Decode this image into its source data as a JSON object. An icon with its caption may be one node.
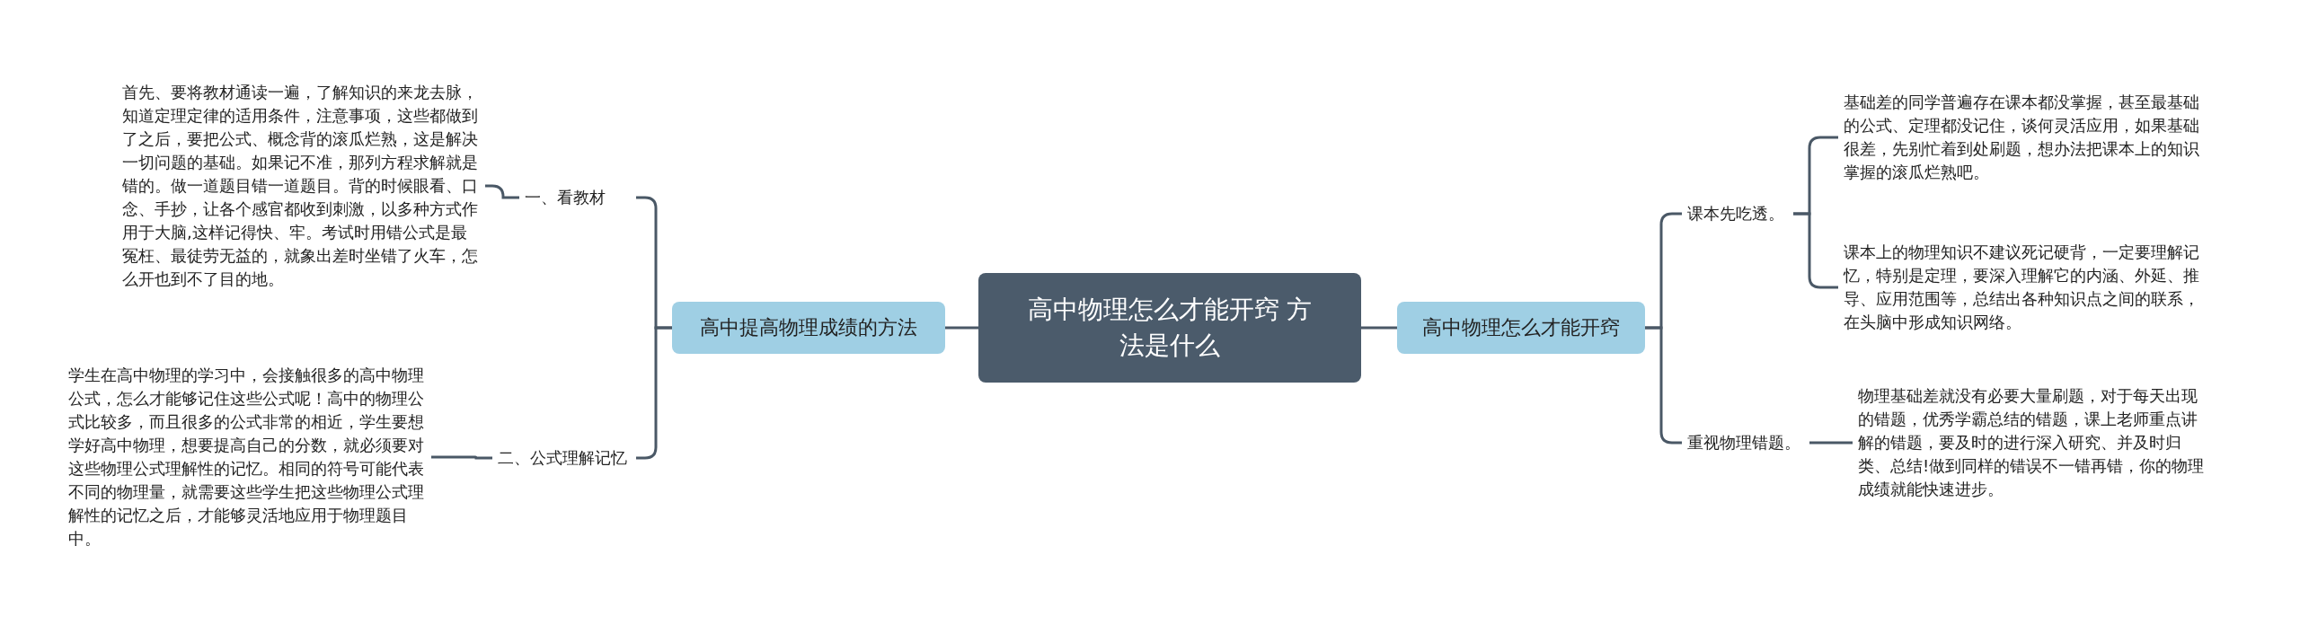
{
  "diagram": {
    "nodes": [
      {
        "text": [
          "高中物理怎么才能开窍 方法是什么"
        ]
      },
      {
        "text": [
          "高中提高物理成绩的方法"
        ]
      },
      {
        "text": [
          "一、看教材"
        ]
      },
      {
        "text": [
          "首先、要将教材通读一遍，了解知识的来龙去脉，知道定理定律的适用条件，注意事项，这些都做到了之后，要把公式、概念背的滚瓜烂熟，这是解决一切问题的基础。如果记不准，那列方程求解就是错的。做一道题目错一道题目。背的时候眼看、口念、手抄，让各个感官都收到刺激，以多种方式作用于大脑,这样记得快、牢。考试时用错公式是最冤枉、最徒劳无益的，就象出差时坐错了火车，怎么开也到不了目的地。"
        ]
      },
      {
        "text": [
          "二、公式理解记忆"
        ]
      },
      {
        "text": [
          "学生在高中物理的学习中，会接触很多的高中物理公式，怎么才能够记住这些公式呢！高中的物理公式比较多，而且很多的公式非常的相近，学生要想学好高中物理，想要提高自己的分数，就必须要对这些物理公式理解性的记忆。相同的符号可能代表不同的物理量，就需要这些学生把这些物理公式理解性的记忆之后，才能够灵活地应用于物理题目中。"
        ]
      },
      {
        "text": [
          "高中物理怎么才能开窍"
        ]
      },
      {
        "text": [
          "课本先吃透。"
        ]
      },
      {
        "text": [
          "基础差的同学普遍存在课本都没掌握，甚至最基础的公式、定理都没记住，谈何灵活应用，如果基础很差，先别忙着到处刷题，想办法把课本上的知识掌握的滚瓜烂熟吧。"
        ]
      },
      {
        "text": [
          "课本上的物理知识不建议死记硬背，一定要理解记忆，特别是定理，要深入理解它的内涵、外延、推导、应用范围等，总结出各种知识点之间的联系，在头脑中形成知识网络。"
        ]
      },
      {
        "text": [
          "重视物理错题。"
        ]
      },
      {
        "text": [
          "物理基础差就没有必要大量刷题，对于每天出现的错题，优秀学霸总结的错题，课上老师重点讲解的错题，要及时的进行深入研究、并及时归类、总结!做到同样的错误不一错再错，你的物理成绩就能快速进步。"
        ]
      }
    ],
    "edges": [
      {
        "from": 0,
        "to": 1,
        "arrow": "none"
      },
      {
        "from": 1,
        "to": 2,
        "arrow": "none"
      },
      {
        "from": 2,
        "to": 3,
        "arrow": "none"
      },
      {
        "from": 1,
        "to": 4,
        "arrow": "none"
      },
      {
        "from": 4,
        "to": 5,
        "arrow": "none"
      },
      {
        "from": 0,
        "to": 6,
        "arrow": "none"
      },
      {
        "from": 6,
        "to": 7,
        "arrow": "none"
      },
      {
        "from": 7,
        "to": 8,
        "arrow": "none"
      },
      {
        "from": 7,
        "to": 9,
        "arrow": "none"
      },
      {
        "from": 6,
        "to": 10,
        "arrow": "none"
      },
      {
        "from": 10,
        "to": 11,
        "arrow": "none"
      }
    ]
  }
}
